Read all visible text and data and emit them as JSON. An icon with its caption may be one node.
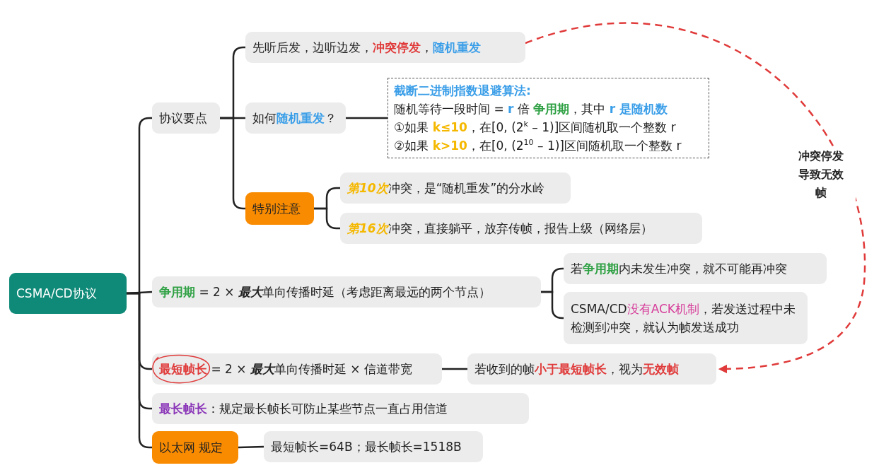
{
  "diagram": {
    "nodes": [
      {
        "text": [
          "CSMA/CD协议"
        ]
      },
      {
        "text": [
          "协议要点"
        ]
      },
      {
        "text": [
          "先听后发，边听边发，**冲突停发**，**随机重发**"
        ]
      },
      {
        "text": [
          "如何**随机重发**？"
        ]
      },
      {
        "text": [
          "截断二进制指数退避算法:",
          "随机等待一段时间 = **r** 倍 **争用期**，其中 **r 是随机数**",
          "①如果 **k≤10**，在[0, (2$^{k}$ – 1)]区间随机取一个整数 r",
          "②如果 **k>10**，在[0, (2$^{10}$ – 1)]区间随机取一个整数 r"
        ]
      },
      {
        "text": [
          "特别注意"
        ]
      },
      {
        "text": [
          "**第10次**冲突，是“随机重发”的分水岭"
        ]
      },
      {
        "text": [
          "**第16次**冲突，直接躺平，放弃传帧，报告上级（网络层）"
        ]
      },
      {
        "text": [
          "**争用期** = 2 × **最大**单向传播时延（考虑距离最远的两个节点）"
        ]
      },
      {
        "text": [
          "若**争用期**内未发生冲突，就不可能再冲突"
        ]
      },
      {
        "text": [
          "CSMA/CD**没有ACK机制**，若发送过程中未检测到冲突，就认为帧发送成功"
        ]
      },
      {
        "text": [
          "**最短帧长** = 2 × **最大**单向传播时延 × 信道带宽"
        ]
      },
      {
        "text": [
          "若收到的帧**小于最短帧长**，视为**无效帧**"
        ]
      },
      {
        "text": [
          "**最长帧长**：规定最长帧长可防止某些节点一直占用信道"
        ]
      },
      {
        "text": [
          "以太网 规定"
        ]
      },
      {
        "text": [
          "最短帧长=64B；最长帧长=1518B"
        ]
      }
    ],
    "edges": [
      {
        "from": 0,
        "to": 1,
        "arrow": "none"
      },
      {
        "from": 0,
        "to": 8,
        "arrow": "none"
      },
      {
        "from": 0,
        "to": 11,
        "arrow": "none"
      },
      {
        "from": 0,
        "to": 13,
        "arrow": "none"
      },
      {
        "from": 0,
        "to": 14,
        "arrow": "none"
      },
      {
        "from": 1,
        "to": 2,
        "arrow": "none"
      },
      {
        "from": 1,
        "to": 3,
        "arrow": "none"
      },
      {
        "from": 1,
        "to": 5,
        "arrow": "none"
      },
      {
        "from": 3,
        "to": 4,
        "arrow": "none"
      },
      {
        "from": 5,
        "to": 6,
        "arrow": "none"
      },
      {
        "from": 5,
        "to": 7,
        "arrow": "none"
      },
      {
        "from": 8,
        "to": 9,
        "arrow": "none"
      },
      {
        "from": 8,
        "to": 10,
        "arrow": "none"
      },
      {
        "from": 11,
        "to": 12,
        "arrow": "none"
      },
      {
        "from": 14,
        "to": 15,
        "arrow": "none"
      },
      {
        "from": 2,
        "to": 12,
        "arrow": "to",
        "label": "冲突停发导致无效帧",
        "style": "dashed",
        "color": "#e03a3a"
      }
    ]
  }
}
